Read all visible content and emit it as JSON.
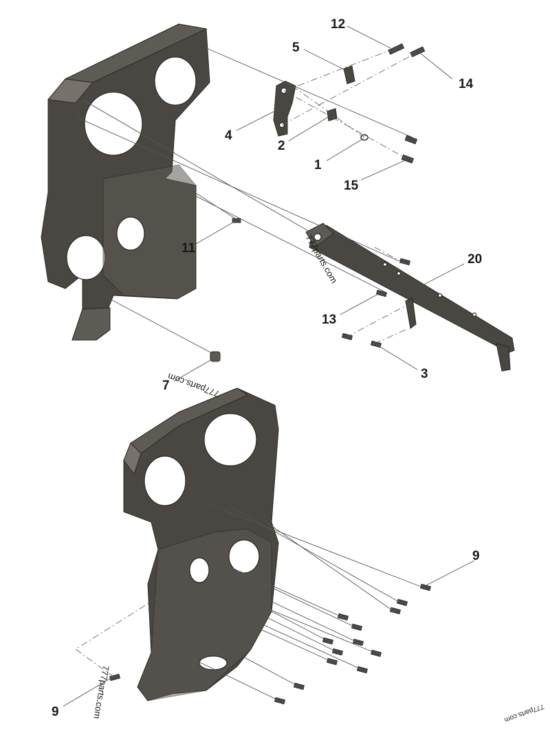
{
  "callouts": {
    "c1": "1",
    "c2": "2",
    "c3": "3",
    "c4": "4",
    "c5": "5",
    "c7": "7",
    "c9a": "9",
    "c9b": "9",
    "c11": "11",
    "c12": "12",
    "c13": "13",
    "c14": "14",
    "c15": "15",
    "c20": "20"
  },
  "watermarks": {
    "wm1": "777parts.com",
    "wm2": "777parts.com",
    "wm3": "777parts.com",
    "wm4": "777parts.com"
  }
}
